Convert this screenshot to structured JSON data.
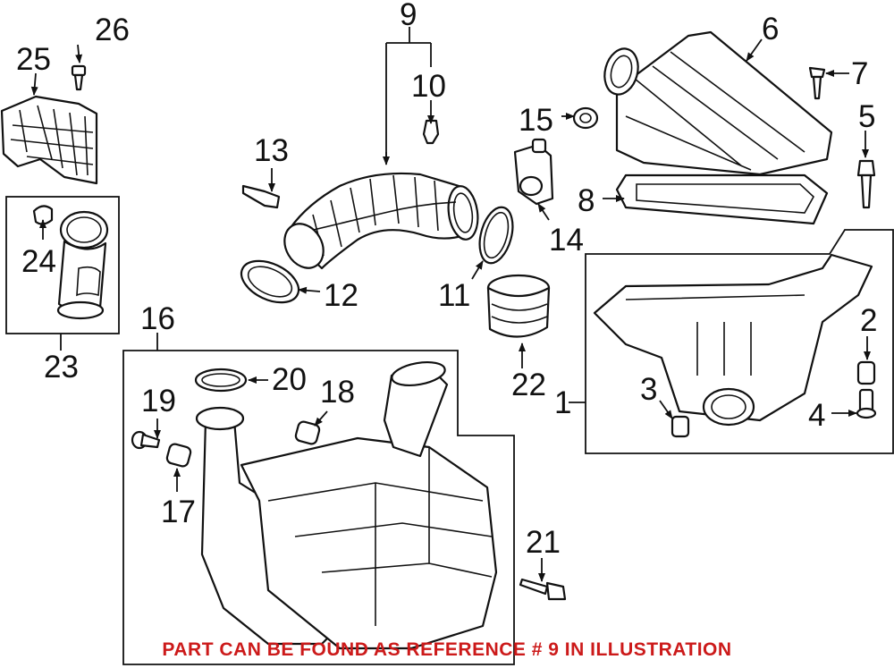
{
  "callouts": {
    "c1": "1",
    "c2": "2",
    "c3": "3",
    "c4": "4",
    "c5": "5",
    "c6": "6",
    "c7": "7",
    "c8": "8",
    "c9": "9",
    "c10": "10",
    "c11": "11",
    "c12": "12",
    "c13": "13",
    "c14": "14",
    "c15": "15",
    "c16": "16",
    "c17": "17",
    "c18": "18",
    "c19": "19",
    "c20": "20",
    "c21": "21",
    "c22": "22",
    "c23": "23",
    "c24": "24",
    "c25": "25",
    "c26": "26"
  },
  "footer_note": "PART CAN BE FOUND AS REFERENCE # 9 IN ILLUSTRATION",
  "colors": {
    "line": "#111111",
    "note": "#cc1a1a",
    "background": "#ffffff"
  }
}
